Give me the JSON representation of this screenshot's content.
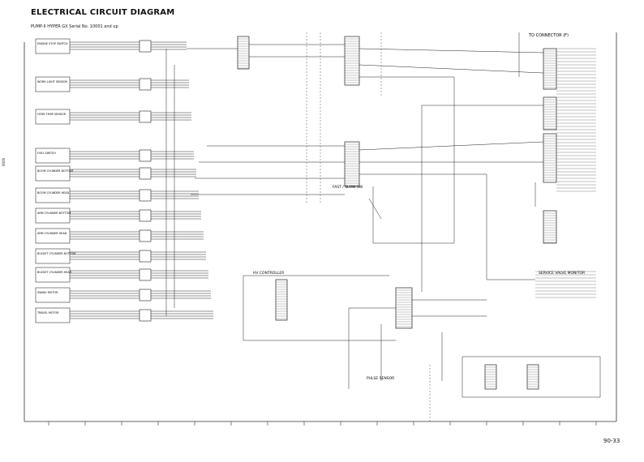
{
  "header": {
    "title": "ELECTRICAL CIRCUIT DIAGRAM",
    "subtitle": "PUMP-II HYPER GX Serial No. 10001 and up"
  },
  "footer": {
    "page_number": "90-33"
  },
  "side_label": "0000",
  "labels": {
    "tr_connector": "TO CONNECTOR (F)",
    "mid_switch": "FAST / SLOW SW",
    "mid_relay": "HV CONTROLLER",
    "pulse_box": "PULSE SENSOR",
    "right_panel": "SERVICE VALVE MONITOR"
  },
  "components_left": [
    "ENGINE STOP SWITCH",
    "WORK LIGHT SENSOR",
    "HYDR TEMP SENSOR",
    "FUEL SWITCH",
    "BOOM CYLINDER BOTTOM",
    "BOOM CYLINDER HEAD",
    "ARM CYLINDER BOTTOM",
    "ARM CYLINDER HEAD",
    "BUCKET CYLINDER BOTTOM",
    "BUCKET CYLINDER HEAD",
    "SWING MOTOR",
    "TRAVEL MOTOR"
  ]
}
